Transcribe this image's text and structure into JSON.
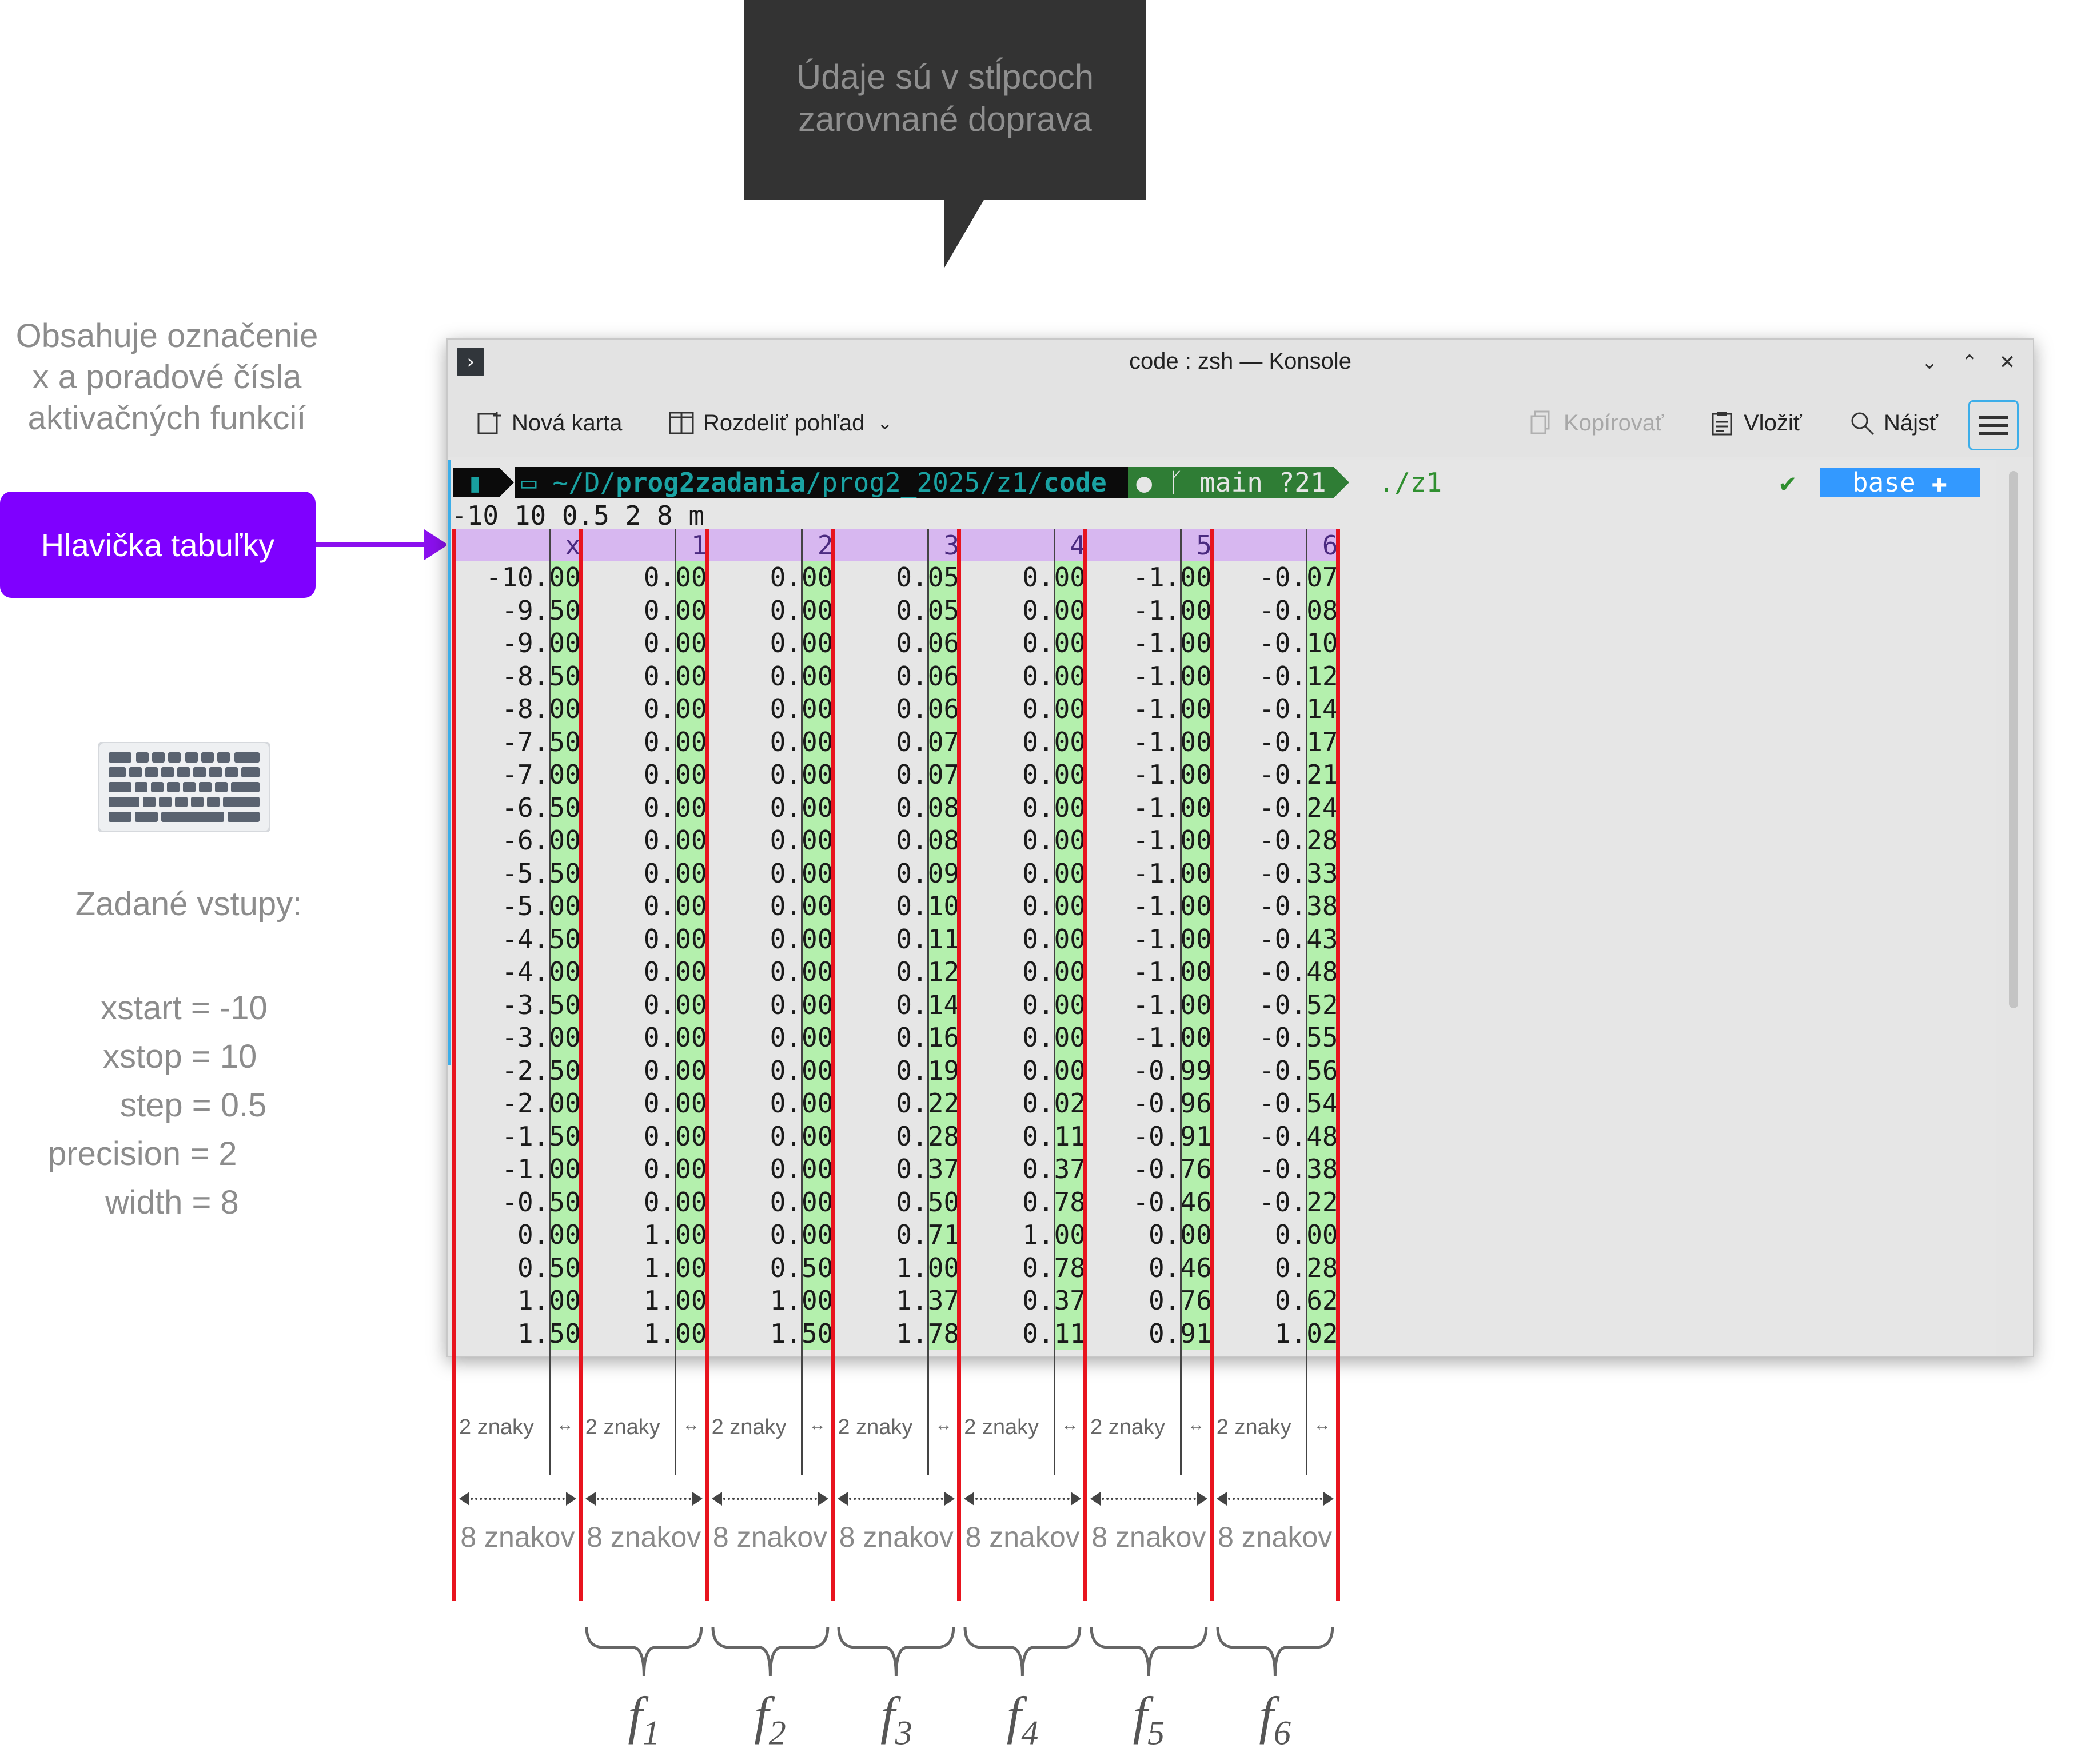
{
  "callout": {
    "line1": "Údaje sú v stĺpcoch",
    "line2": "zarovnané doprava"
  },
  "left_notes": {
    "header_note": [
      "Obsahuje označenie",
      "x a poradové čísla",
      "aktivačných funkcií"
    ],
    "header_badge": "Hlavička tabuľky",
    "inputs_title": "Zadané vstupy:",
    "inputs": [
      "xstart = -10",
      "xstop = 10",
      "step = 0.5",
      "precision = 2",
      "width = 8"
    ],
    "keyboard_icon": "keyboard-icon"
  },
  "window": {
    "title": "code : zsh — Konsole",
    "toolbar": {
      "new_tab": "Nová karta",
      "split_view": "Rozdeliť pohľad",
      "copy": "Kopírovať",
      "paste": "Vložiť",
      "find": "Nájsť"
    }
  },
  "prompt": {
    "os_icon": "fedora-icon",
    "path_prefix": "~/D/",
    "path_bold1": "prog2zadania",
    "path_mid": "/prog2_2025/z1/",
    "path_bold2": "code",
    "git": "main ?21",
    "command": "./z1",
    "check": "✔",
    "env": "base",
    "colors": {
      "os": "#0b8a8a",
      "path": "#0b8a8a",
      "git": "#3c8a3c",
      "env": "#3399ff",
      "command": "#2f8f2f"
    }
  },
  "input_line": "-10 10 0.5 2 8 m",
  "table": {
    "headers": [
      "x",
      "1",
      "2",
      "3",
      "4",
      "5",
      "6"
    ],
    "rows": [
      [
        "-10.00",
        "0.00",
        "0.00",
        "0.05",
        "0.00",
        "-1.00",
        "-0.07"
      ],
      [
        "-9.50",
        "0.00",
        "0.00",
        "0.05",
        "0.00",
        "-1.00",
        "-0.08"
      ],
      [
        "-9.00",
        "0.00",
        "0.00",
        "0.06",
        "0.00",
        "-1.00",
        "-0.10"
      ],
      [
        "-8.50",
        "0.00",
        "0.00",
        "0.06",
        "0.00",
        "-1.00",
        "-0.12"
      ],
      [
        "-8.00",
        "0.00",
        "0.00",
        "0.06",
        "0.00",
        "-1.00",
        "-0.14"
      ],
      [
        "-7.50",
        "0.00",
        "0.00",
        "0.07",
        "0.00",
        "-1.00",
        "-0.17"
      ],
      [
        "-7.00",
        "0.00",
        "0.00",
        "0.07",
        "0.00",
        "-1.00",
        "-0.21"
      ],
      [
        "-6.50",
        "0.00",
        "0.00",
        "0.08",
        "0.00",
        "-1.00",
        "-0.24"
      ],
      [
        "-6.00",
        "0.00",
        "0.00",
        "0.08",
        "0.00",
        "-1.00",
        "-0.28"
      ],
      [
        "-5.50",
        "0.00",
        "0.00",
        "0.09",
        "0.00",
        "-1.00",
        "-0.33"
      ],
      [
        "-5.00",
        "0.00",
        "0.00",
        "0.10",
        "0.00",
        "-1.00",
        "-0.38"
      ],
      [
        "-4.50",
        "0.00",
        "0.00",
        "0.11",
        "0.00",
        "-1.00",
        "-0.43"
      ],
      [
        "-4.00",
        "0.00",
        "0.00",
        "0.12",
        "0.00",
        "-1.00",
        "-0.48"
      ],
      [
        "-3.50",
        "0.00",
        "0.00",
        "0.14",
        "0.00",
        "-1.00",
        "-0.52"
      ],
      [
        "-3.00",
        "0.00",
        "0.00",
        "0.16",
        "0.00",
        "-1.00",
        "-0.55"
      ],
      [
        "-2.50",
        "0.00",
        "0.00",
        "0.19",
        "0.00",
        "-0.99",
        "-0.56"
      ],
      [
        "-2.00",
        "0.00",
        "0.00",
        "0.22",
        "0.02",
        "-0.96",
        "-0.54"
      ],
      [
        "-1.50",
        "0.00",
        "0.00",
        "0.28",
        "0.11",
        "-0.91",
        "-0.48"
      ],
      [
        "-1.00",
        "0.00",
        "0.00",
        "0.37",
        "0.37",
        "-0.76",
        "-0.38"
      ],
      [
        "-0.50",
        "0.00",
        "0.00",
        "0.50",
        "0.78",
        "-0.46",
        "-0.22"
      ],
      [
        "0.00",
        "1.00",
        "0.00",
        "0.71",
        "1.00",
        "0.00",
        "0.00"
      ],
      [
        "0.50",
        "1.00",
        "0.50",
        "1.00",
        "0.78",
        "0.46",
        "0.28"
      ],
      [
        "1.00",
        "1.00",
        "1.00",
        "1.37",
        "0.37",
        "0.76",
        "0.62"
      ],
      [
        "1.50",
        "1.00",
        "1.50",
        "1.78",
        "0.11",
        "0.91",
        "1.02"
      ]
    ]
  },
  "dimensions": {
    "decimals_label": "2 znaky",
    "width_label": "8 znakov"
  },
  "function_labels": [
    {
      "f": "f",
      "sub": "1"
    },
    {
      "f": "f",
      "sub": "2"
    },
    {
      "f": "f",
      "sub": "3"
    },
    {
      "f": "f",
      "sub": "4"
    },
    {
      "f": "f",
      "sub": "5"
    },
    {
      "f": "f",
      "sub": "6"
    }
  ],
  "colors": {
    "red_line": "#e8141e",
    "header_band": "#d7b7f0",
    "decimal_highlight": "#b4f0ad",
    "badge": "#7f00ff",
    "callout_bg": "#333333"
  }
}
